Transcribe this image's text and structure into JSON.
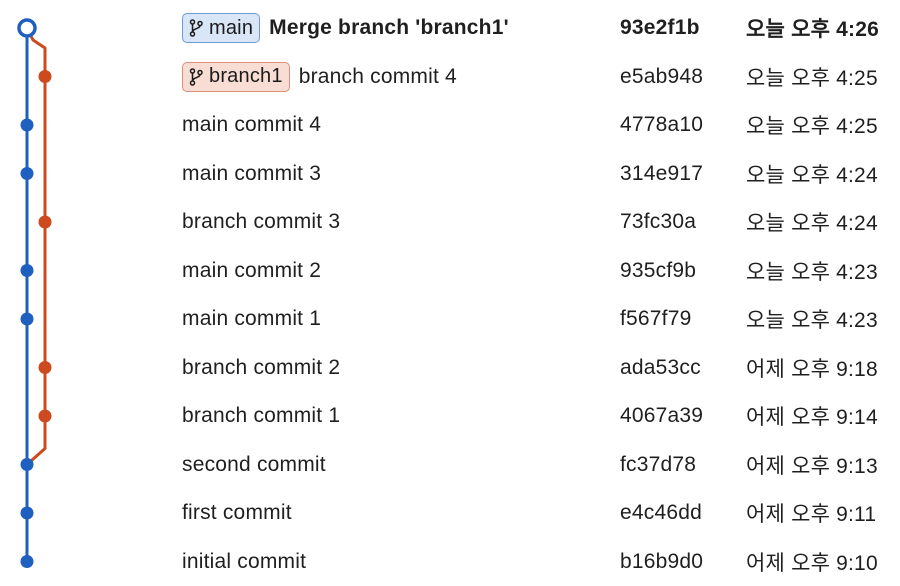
{
  "colors": {
    "main": "#1f5fbf",
    "branch1": "#cc4a1e"
  },
  "icons": {
    "ref": "git-branch-icon"
  },
  "commits": [
    {
      "lane": 0,
      "refs": [
        {
          "name": "main",
          "style": "main"
        }
      ],
      "message": "Merge branch 'branch1'",
      "hash": "93e2f1b",
      "date": "오늘 오후 4:26",
      "selected": true,
      "head": true
    },
    {
      "lane": 1,
      "refs": [
        {
          "name": "branch1",
          "style": "branch1"
        }
      ],
      "message": "branch commit 4",
      "hash": "e5ab948",
      "date": "오늘 오후 4:25"
    },
    {
      "lane": 0,
      "refs": [],
      "message": "main commit 4",
      "hash": "4778a10",
      "date": "오늘 오후 4:25"
    },
    {
      "lane": 0,
      "refs": [],
      "message": "main commit 3",
      "hash": "314e917",
      "date": "오늘 오후 4:24"
    },
    {
      "lane": 1,
      "refs": [],
      "message": "branch commit 3",
      "hash": "73fc30a",
      "date": "오늘 오후 4:24"
    },
    {
      "lane": 0,
      "refs": [],
      "message": "main commit 2",
      "hash": "935cf9b",
      "date": "오늘 오후 4:23"
    },
    {
      "lane": 0,
      "refs": [],
      "message": "main commit 1",
      "hash": "f567f79",
      "date": "오늘 오후 4:23"
    },
    {
      "lane": 1,
      "refs": [],
      "message": "branch commit 2",
      "hash": "ada53cc",
      "date": "어제 오후 9:18"
    },
    {
      "lane": 1,
      "refs": [],
      "message": "branch commit 1",
      "hash": "4067a39",
      "date": "어제 오후 9:14"
    },
    {
      "lane": 0,
      "refs": [],
      "message": "second commit",
      "hash": "fc37d78",
      "date": "어제 오후 9:13"
    },
    {
      "lane": 0,
      "refs": [],
      "message": "first commit",
      "hash": "e4c46dd",
      "date": "어제 오후 9:11"
    },
    {
      "lane": 0,
      "refs": [],
      "message": "initial commit",
      "hash": "b16b9d0",
      "date": "어제 오후 9:10"
    }
  ]
}
